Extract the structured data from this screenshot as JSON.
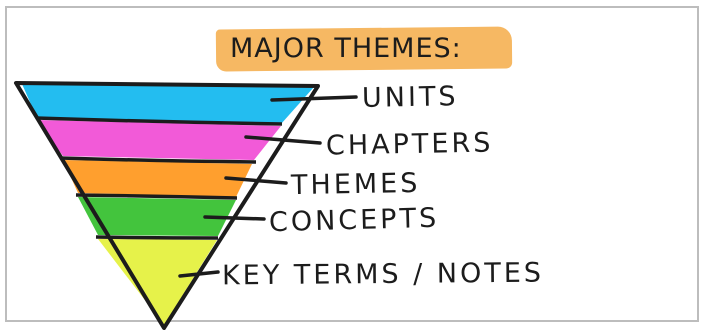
{
  "title": "MAJOR THEMES:",
  "colors": {
    "title_highlight": "#f6b863",
    "units": "#23bdf0",
    "chapters": "#f25ad8",
    "themes": "#ff9f2e",
    "concepts": "#43c43d",
    "key_terms_notes": "#e6f24a"
  },
  "levels": [
    {
      "label": "UNITS"
    },
    {
      "label": "CHAPTERS"
    },
    {
      "label": "THEMES"
    },
    {
      "label": "CONCEPTS"
    },
    {
      "label": "KEY TERMS / NOTES"
    }
  ]
}
